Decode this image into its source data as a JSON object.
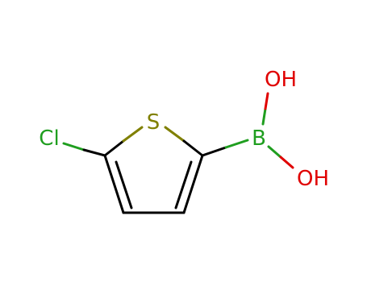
{
  "molecule": {
    "atoms": {
      "cl": "Cl",
      "s": "S",
      "b": "B",
      "oh_top": "OH",
      "oh_bottom": "OH"
    },
    "colors": {
      "bond": "#000000",
      "chlorine": "#1f9e1f",
      "sulfur": "#808000",
      "boron": "#1f9e1f",
      "oxygen": "#e00000"
    }
  }
}
